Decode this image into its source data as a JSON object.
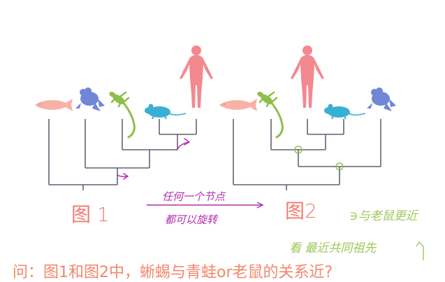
{
  "diagrams": {
    "left_label": "图 1",
    "right_label": "图2"
  },
  "annotations": {
    "rotate_line1": "任何一个节点",
    "rotate_line2": "都可以旋转",
    "green_line1": "∋与老鼠更近",
    "green_line2": "看 最近共同祖先"
  },
  "question": "问：图1和图2中，蜥蜴与青蛙or老鼠的关系近?",
  "colors": {
    "tree_line": "#5d6475",
    "human": "#f3888f",
    "fish": "#f8b1a7",
    "frog": "#7086d6",
    "lizard": "#8ebf4a",
    "mouse": "#38b0d6",
    "annotation": "#b22fb0",
    "green_note": "#9fc85a",
    "label": "#f27b6f",
    "node_circle": "#95c24f"
  },
  "icons": [
    "fish-icon",
    "frog-icon",
    "lizard-icon",
    "mouse-icon",
    "human-icon"
  ]
}
